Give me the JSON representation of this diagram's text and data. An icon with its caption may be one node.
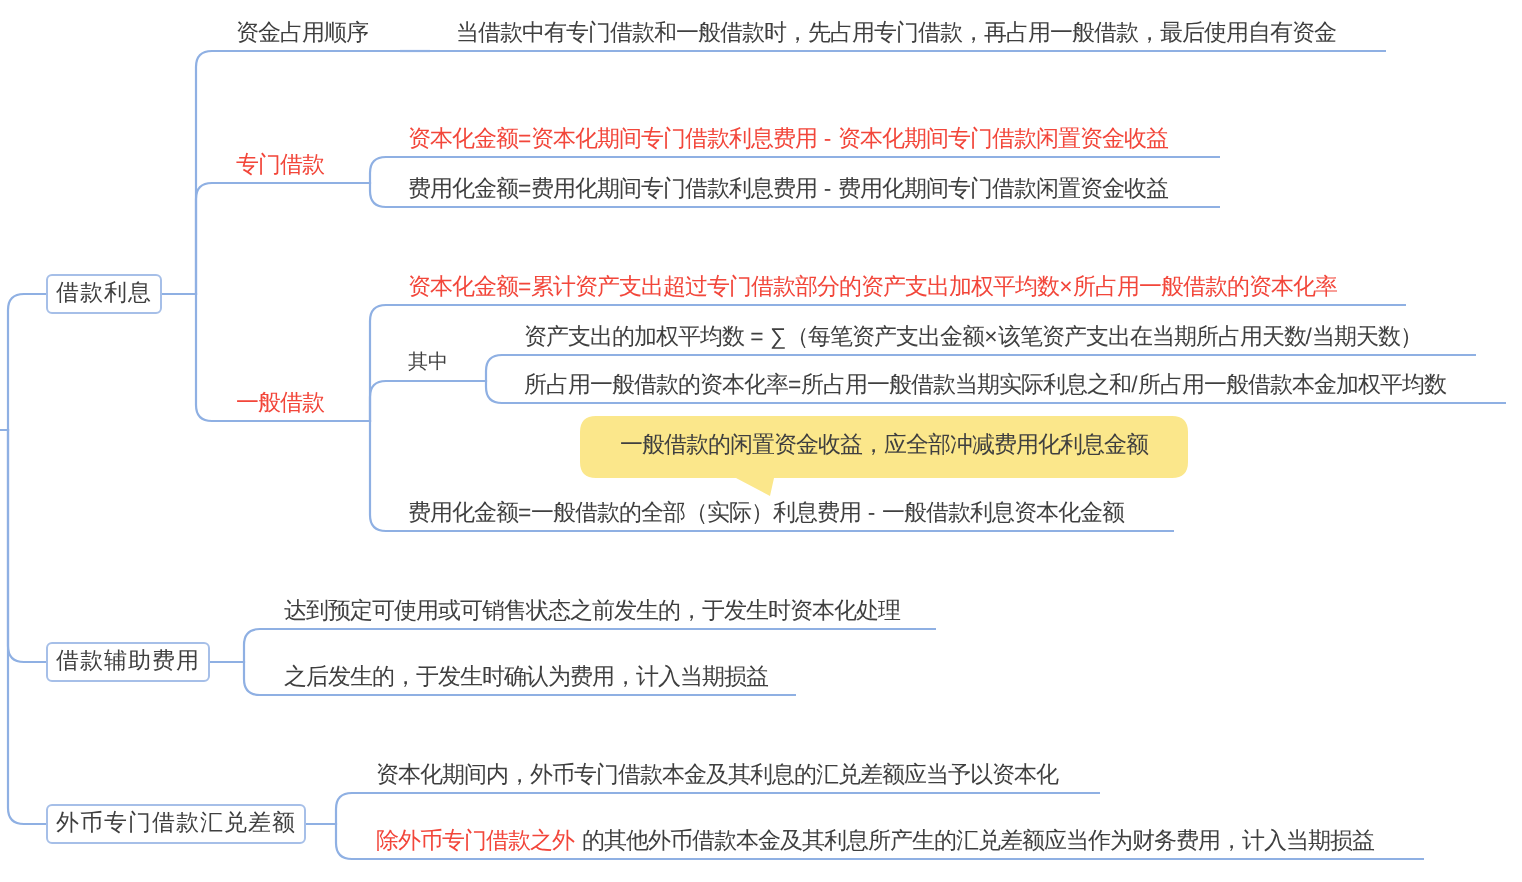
{
  "diagram": {
    "nodes": [
      {
        "text": [
          "借款利息"
        ]
      },
      {
        "text": [
          "资金占用顺序"
        ]
      },
      {
        "text": [
          "当借款中有专门借款和一般借款时，先占用专门借款，再占用一般借款，最后使用自有资金"
        ]
      },
      {
        "text": [
          "专门借款"
        ]
      },
      {
        "text": [
          "资本化金额=资本化期间专门借款利息费用 - 资本化期间专门借款闲置资金收益"
        ]
      },
      {
        "text": [
          "费用化金额=费用化期间专门借款利息费用 - 费用化期间专门借款闲置资金收益"
        ]
      },
      {
        "text": [
          "一般借款"
        ]
      },
      {
        "text": [
          "资本化金额=累计资产支出超过专门借款部分的资产支出加权平均数×所占用一般借款的资本化率"
        ]
      },
      {
        "text": [
          "其中"
        ]
      },
      {
        "text": [
          "资产支出的加权平均数 = ∑（每笔资产支出金额×该笔资产支出在当期所占用天数/当期天数）"
        ]
      },
      {
        "text": [
          "所占用一般借款的资本化率=所占用一般借款当期实际利息之和/所占用一般借款本金加权平均数"
        ]
      },
      {
        "text": [
          "一般借款的闲置资金收益，应全部冲减费用化利息金额"
        ]
      },
      {
        "text": [
          "费用化金额=一般借款的全部（实际）利息费用 - 一般借款利息资本化金额"
        ]
      },
      {
        "text": [
          "借款辅助费用"
        ]
      },
      {
        "text": [
          "达到预定可使用或可销售状态之前发生的，于发生时资本化处理"
        ]
      },
      {
        "text": [
          "之后发生的，于发生时确认为费用，计入当期损益"
        ]
      },
      {
        "text": [
          "外币专门借款汇兑差额"
        ]
      },
      {
        "text": [
          "资本化期间内，外币专门借款本金及其利息的汇兑差额应当予以资本化"
        ]
      },
      {
        "text": [
          "除外币专门借款之外",
          "的其他外币借款本金及其利息所产生的汇兑差额应当作为财务费用，计入当期损益"
        ]
      }
    ],
    "edges": [
      {
        "from": null,
        "to": 0,
        "arrow": "none"
      },
      {
        "from": 0,
        "to": 1,
        "arrow": "none"
      },
      {
        "from": 1,
        "to": 2,
        "arrow": "none"
      },
      {
        "from": 0,
        "to": 3,
        "arrow": "none"
      },
      {
        "from": 3,
        "to": 4,
        "arrow": "none"
      },
      {
        "from": 3,
        "to": 5,
        "arrow": "none"
      },
      {
        "from": 0,
        "to": 6,
        "arrow": "none"
      },
      {
        "from": 6,
        "to": 7,
        "arrow": "none"
      },
      {
        "from": 6,
        "to": 8,
        "arrow": "none"
      },
      {
        "from": 8,
        "to": 9,
        "arrow": "none"
      },
      {
        "from": 8,
        "to": 10,
        "arrow": "none"
      },
      {
        "from": 6,
        "to": 12,
        "arrow": "none"
      },
      {
        "from": null,
        "to": 13,
        "arrow": "none"
      },
      {
        "from": 13,
        "to": 14,
        "arrow": "none"
      },
      {
        "from": 13,
        "to": 15,
        "arrow": "none"
      },
      {
        "from": null,
        "to": 16,
        "arrow": "none"
      },
      {
        "from": 16,
        "to": 17,
        "arrow": "none"
      },
      {
        "from": 16,
        "to": 18,
        "arrow": "none"
      }
    ]
  }
}
